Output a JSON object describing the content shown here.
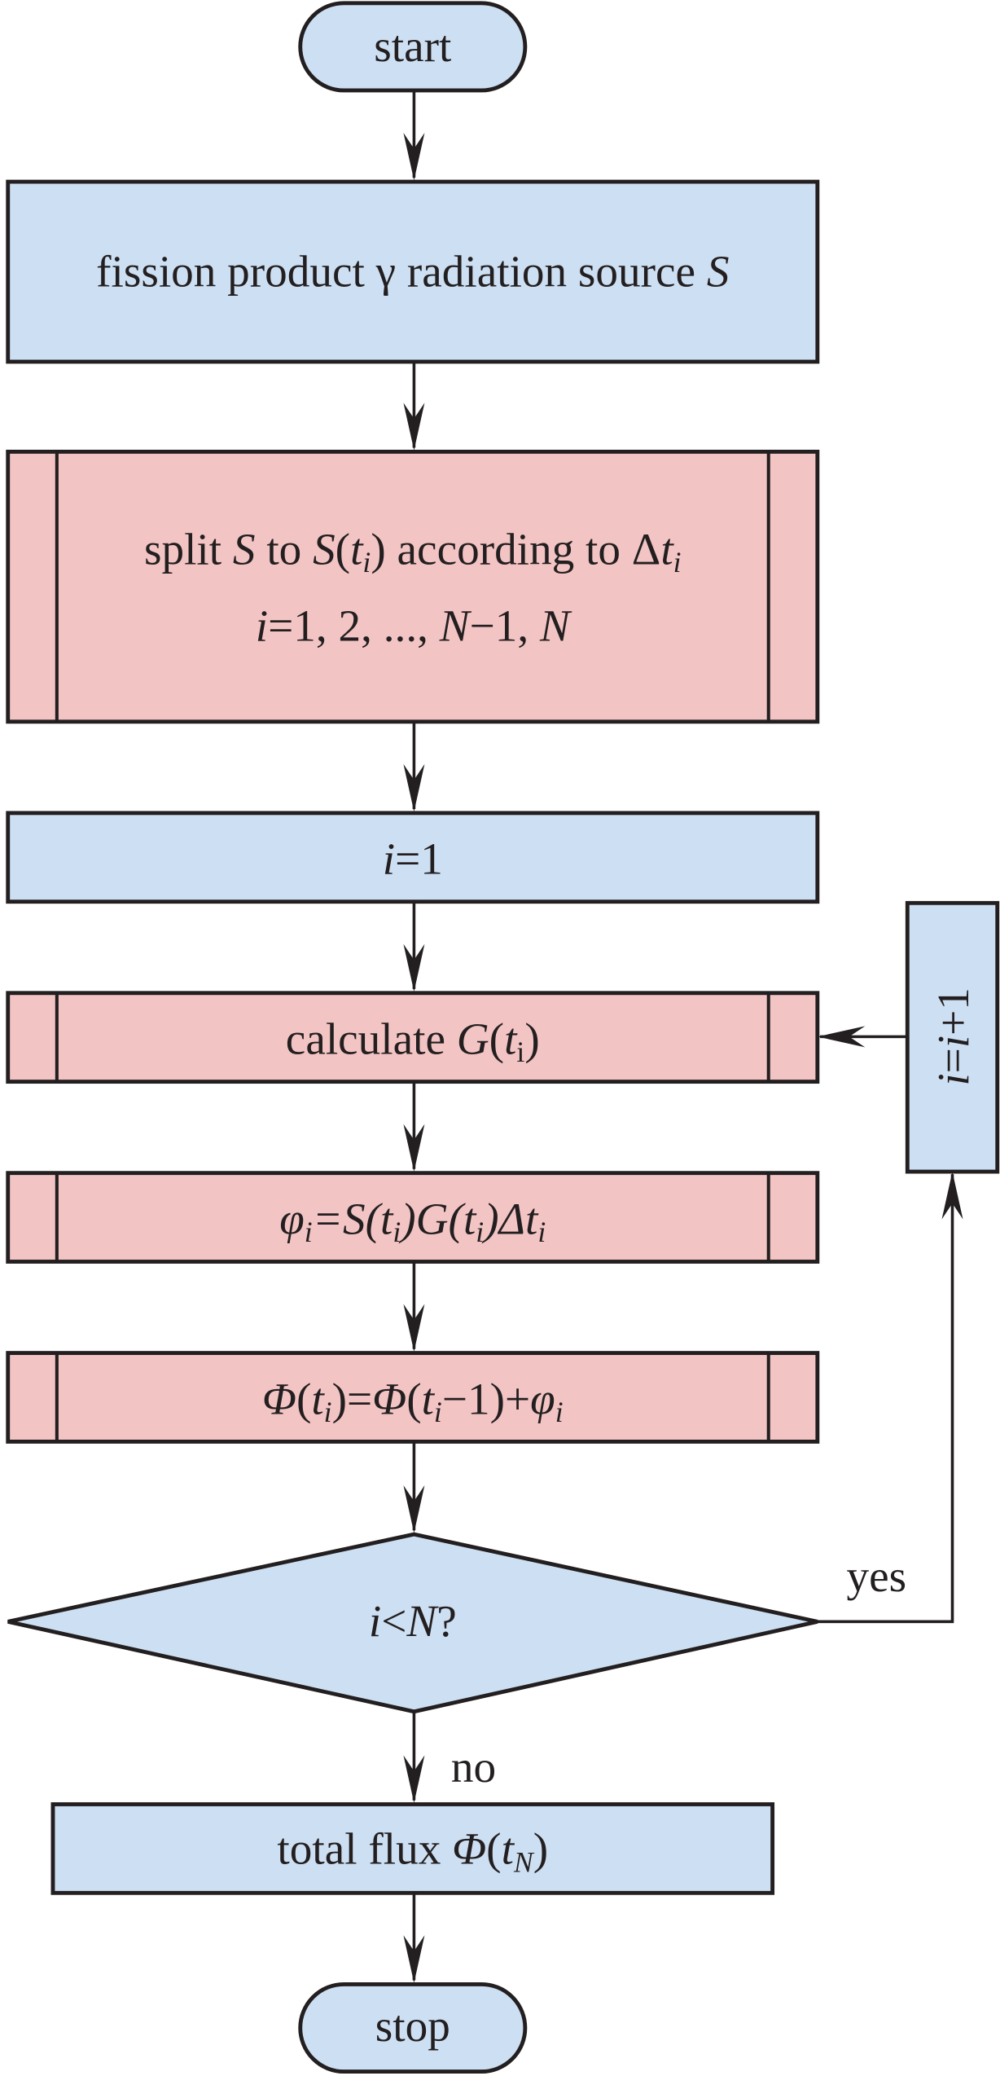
{
  "diagram": {
    "type": "flowchart",
    "colors": {
      "process_blue": "#cddff2",
      "subprocess_pink": "#f3c4c4",
      "stroke": "#231f20"
    },
    "nodes": [
      {
        "id": "start",
        "shape": "terminal",
        "label": "start"
      },
      {
        "id": "source",
        "shape": "process",
        "label": "fission product γ radiation source S"
      },
      {
        "id": "split",
        "shape": "predefined-process",
        "label_line1": "split S to S(ti) according to Δti",
        "label_line2": "i=1, 2, ..., N−1, N"
      },
      {
        "id": "init",
        "shape": "process",
        "label": "i=1"
      },
      {
        "id": "calc-g",
        "shape": "predefined-process",
        "label": "calculate G(ti)"
      },
      {
        "id": "phi-i",
        "shape": "predefined-process",
        "label": "φi=S(ti)G(ti)Δti"
      },
      {
        "id": "phi-cum",
        "shape": "predefined-process",
        "label": "Φ(ti)=Φ(ti−1)+φi"
      },
      {
        "id": "decision",
        "shape": "decision",
        "label": "i<N?"
      },
      {
        "id": "increment",
        "shape": "process",
        "label": "i=i+1"
      },
      {
        "id": "total",
        "shape": "process",
        "label": "total flux Φ(tN)"
      },
      {
        "id": "stop",
        "shape": "terminal",
        "label": "stop"
      }
    ],
    "edges": [
      {
        "from": "start",
        "to": "source",
        "label": ""
      },
      {
        "from": "source",
        "to": "split",
        "label": ""
      },
      {
        "from": "split",
        "to": "init",
        "label": ""
      },
      {
        "from": "init",
        "to": "calc-g",
        "label": ""
      },
      {
        "from": "calc-g",
        "to": "phi-i",
        "label": ""
      },
      {
        "from": "phi-i",
        "to": "phi-cum",
        "label": ""
      },
      {
        "from": "phi-cum",
        "to": "decision",
        "label": ""
      },
      {
        "from": "decision",
        "to": "increment",
        "label": "yes"
      },
      {
        "from": "increment",
        "to": "calc-g",
        "label": ""
      },
      {
        "from": "decision",
        "to": "total",
        "label": "no"
      },
      {
        "from": "total",
        "to": "stop",
        "label": ""
      }
    ],
    "text": {
      "start": "start",
      "stop": "stop",
      "source_main": "fission product γ radiation source ",
      "source_var": "S",
      "split": {
        "a": "split ",
        "S1": "S",
        "b": " to ",
        "S2": "S",
        "c": "(",
        "t": "t",
        "i": "i",
        "d": ") according to Δ",
        "t2": "t",
        "i2": "i",
        "l2_i": "i",
        "l2_a": "=1, 2, ..., ",
        "l2_N": "N",
        "l2_b": "−1, ",
        "l2_N2": "N"
      },
      "init": {
        "i": "i",
        "rest": "=1"
      },
      "calc": {
        "a": "calculate ",
        "G": "G",
        "b": "(",
        "t": "t",
        "i": "i",
        "c": ")"
      },
      "phi_i": {
        "phi": "φ",
        "i": "i",
        "eq": "=",
        "S": "S",
        "p1": "(",
        "t1": "t",
        "i1": "i",
        "p2": ")",
        "G": "G",
        "p3": "(",
        "t2": "t",
        "i2": "i",
        "p4": ")Δ",
        "t3": "t",
        "i3": "i"
      },
      "phi_cum": {
        "Phi": "Φ",
        "p1": "(",
        "t1": "t",
        "i1": "i",
        "p2": ")=",
        "Phi2": "Φ",
        "p3": "(",
        "t2": "t",
        "i2": "i",
        "p4": "−1)+",
        "phi": "φ",
        "i3": "i"
      },
      "decision": {
        "i": "i",
        "lt": "<",
        "N": "N",
        "q": "?"
      },
      "increment": {
        "i": "i",
        "eq": "=",
        "i2": "i",
        "rest": "+1"
      },
      "yes": "yes",
      "no": "no",
      "total": {
        "a": "total flux ",
        "Phi": "Φ",
        "p1": "(",
        "t": "t",
        "N": "N",
        "p2": ")"
      }
    }
  }
}
